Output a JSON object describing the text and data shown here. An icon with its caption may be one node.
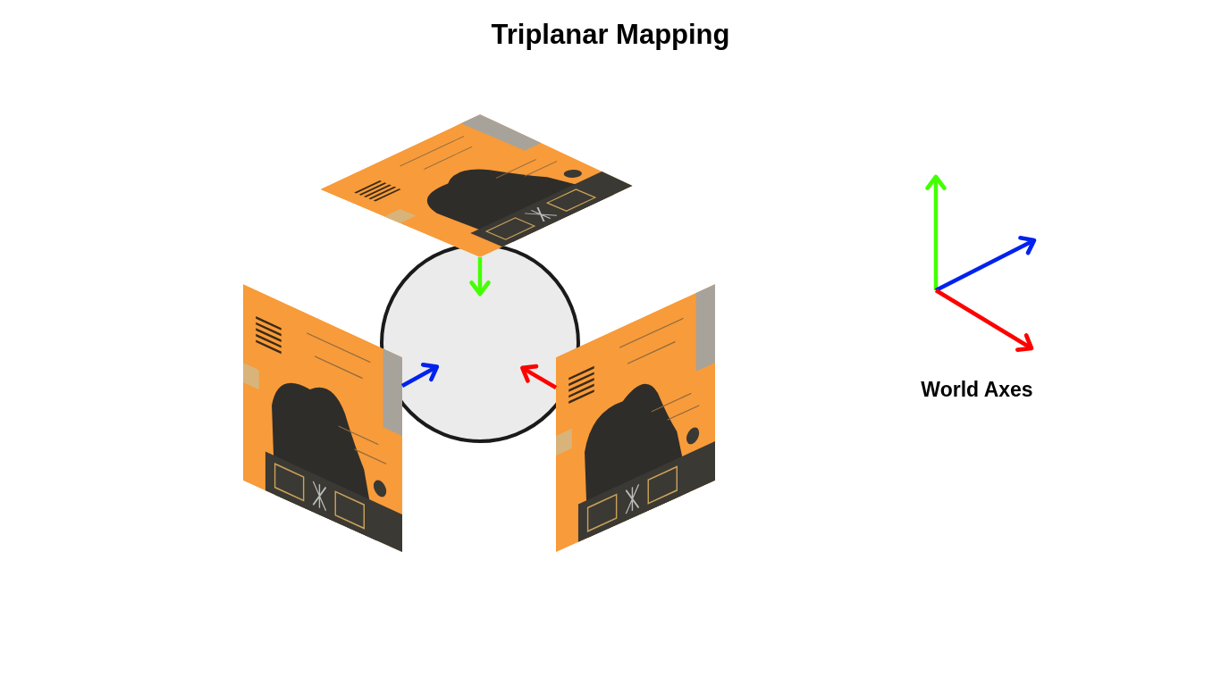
{
  "diagram": {
    "title": "Triplanar Mapping",
    "nodes": [
      {
        "text": [],
        "shape": "picture"
      },
      {
        "text": [],
        "shape": "picture"
      },
      {
        "text": [],
        "shape": "circle"
      },
      {
        "text": [],
        "shape": "picture"
      }
    ],
    "edges": [
      {
        "from": 0,
        "to": 2,
        "arrow": "to",
        "color": "#44ff00"
      },
      {
        "from": 1,
        "to": 2,
        "arrow": "to",
        "color": "#0022ee"
      },
      {
        "from": 3,
        "to": 2,
        "arrow": "to",
        "color": "#ff0000"
      }
    ],
    "labels": [
      "World Axes"
    ]
  }
}
